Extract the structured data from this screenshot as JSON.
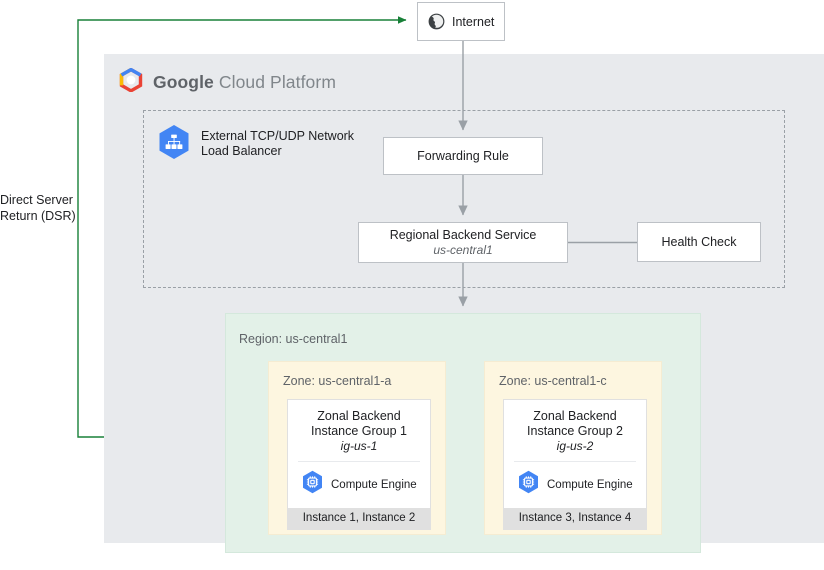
{
  "dsr": {
    "label": "Direct Server Return (DSR)",
    "color": "#188038"
  },
  "internet": {
    "label": "Internet",
    "icon": "globe-icon"
  },
  "gcp": {
    "title_bold": "Google",
    "title_light": "Cloud Platform",
    "logo": "google-cloud-hexagon-logo",
    "panel_color": "#e8eaed"
  },
  "load_balancer": {
    "icon": "network-load-balancer-icon",
    "label_line1": "External TCP/UDP Network",
    "label_line2": "Load Balancer"
  },
  "flow": {
    "forwarding_rule": {
      "title": "Forwarding Rule"
    },
    "backend_service": {
      "title": "Regional Backend Service",
      "subtitle": "us-central1"
    },
    "health_check": {
      "title": "Health Check"
    }
  },
  "region": {
    "label": "Region: us-central1",
    "color": "#e3f1e8"
  },
  "zones": [
    {
      "label": "Zone: us-central1-a",
      "group": {
        "title_line1": "Zonal Backend",
        "title_line2": "Instance Group 1",
        "subtitle": "ig-us-1",
        "service_icon": "compute-engine-icon",
        "service_label": "Compute Engine",
        "instances": "Instance 1, Instance 2"
      }
    },
    {
      "label": "Zone: us-central1-c",
      "group": {
        "title_line1": "Zonal Backend",
        "title_line2": "Instance Group 2",
        "subtitle": "ig-us-2",
        "service_icon": "compute-engine-icon",
        "service_label": "Compute Engine",
        "instances": "Instance 3, Instance 4"
      }
    }
  ]
}
